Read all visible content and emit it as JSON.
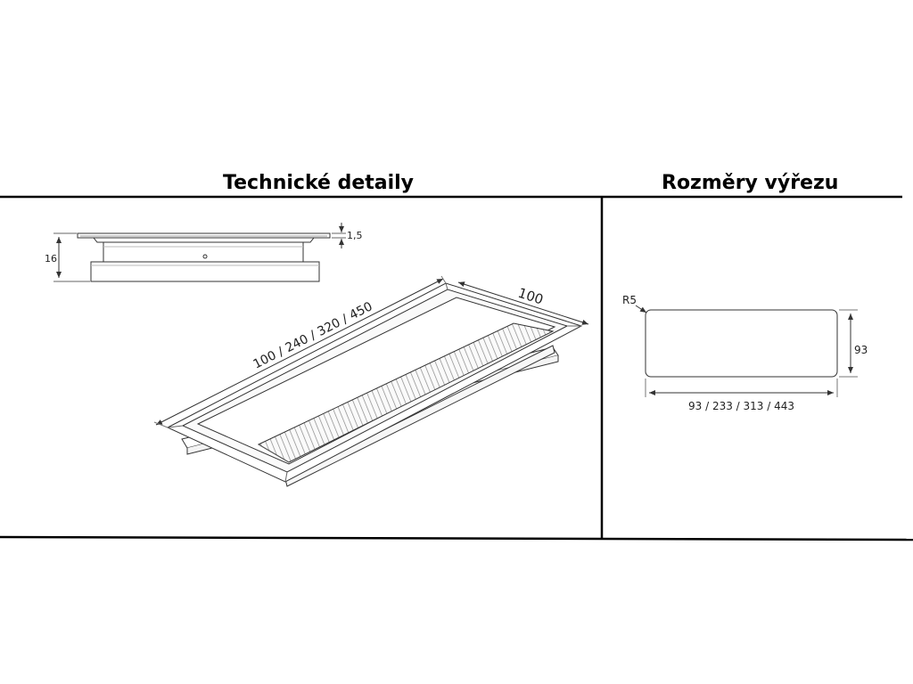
{
  "headers": {
    "left": "Technické detaily",
    "right": "Rozměry výřezu"
  },
  "side_view": {
    "height_label": "16",
    "lip_label": "1,5"
  },
  "iso_view": {
    "length_label": "100 / 240 / 320 / 450",
    "width_label": "100"
  },
  "cutout": {
    "radius_label": "R5",
    "height_label": "93",
    "width_label": "93 / 233 / 313 / 443"
  }
}
